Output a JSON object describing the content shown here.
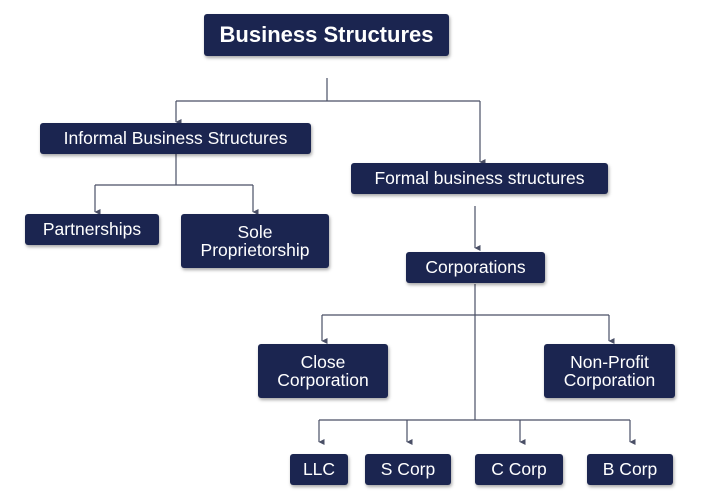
{
  "diagram": {
    "title": "Business Structures",
    "informal": "Informal Business Structures",
    "formal": "Formal business structures",
    "partnerships": "Partnerships",
    "sole_proprietorship": "Sole\nProprietorship",
    "corporations": "Corporations",
    "close_corporation": "Close\nCorporation",
    "nonprofit_corporation": "Non-Profit\nCorporation",
    "llc": "LLC",
    "s_corp": "S Corp",
    "c_corp": "C Corp",
    "b_corp": "B Corp"
  },
  "colors": {
    "box": "#1b2550",
    "text": "#ffffff",
    "connector": "#4a4f66"
  }
}
